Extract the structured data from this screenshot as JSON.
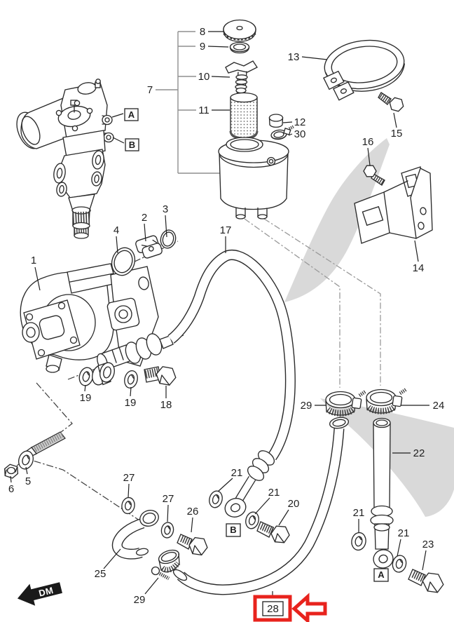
{
  "diagram": {
    "kind": "exploded-parts-diagram",
    "subject": "power steering pump, reservoir and hose assembly"
  },
  "colors": {
    "highlight_red": "#e8231d",
    "shade_gray": "#d9d9d9",
    "line_black": "#2b2b2b",
    "muted_gray": "#8f8f8f"
  },
  "callouts": [
    {
      "text": "8"
    },
    {
      "text": "9"
    },
    {
      "text": "10"
    },
    {
      "text": "11"
    },
    {
      "text": "7"
    },
    {
      "text": "12"
    },
    {
      "text": "30"
    },
    {
      "text": "13"
    },
    {
      "text": "15"
    },
    {
      "text": "16"
    },
    {
      "text": "14"
    },
    {
      "text": "1"
    },
    {
      "text": "4"
    },
    {
      "text": "2"
    },
    {
      "text": "3"
    },
    {
      "text": "17"
    },
    {
      "text": "19"
    },
    {
      "text": "19"
    },
    {
      "text": "18"
    },
    {
      "text": "6"
    },
    {
      "text": "5"
    },
    {
      "text": "27"
    },
    {
      "text": "27"
    },
    {
      "text": "26"
    },
    {
      "text": "25"
    },
    {
      "text": "29"
    },
    {
      "text": "21"
    },
    {
      "text": "21"
    },
    {
      "text": "20"
    },
    {
      "text": "29"
    },
    {
      "text": "24"
    },
    {
      "text": "22"
    },
    {
      "text": "21"
    },
    {
      "text": "21"
    },
    {
      "text": "23"
    }
  ],
  "ref_letters": [
    "A",
    "B",
    "B",
    "A"
  ],
  "highlight": {
    "text": "28"
  },
  "orientation_mark": {
    "text": "DM"
  }
}
